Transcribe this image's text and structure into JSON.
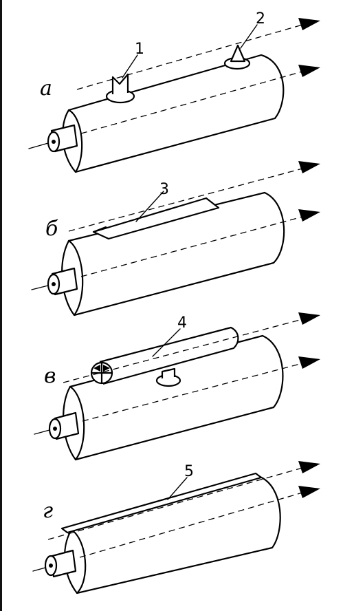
{
  "panels": [
    {
      "letter": "а",
      "callouts": [
        "1",
        "2"
      ]
    },
    {
      "letter": "б",
      "callouts": [
        "3"
      ]
    },
    {
      "letter": "в",
      "callouts": [
        "4"
      ]
    },
    {
      "letter": "г",
      "callouts": [
        "5"
      ]
    }
  ],
  "colors": {
    "ink": "#000000",
    "paper": "#ffffff"
  }
}
